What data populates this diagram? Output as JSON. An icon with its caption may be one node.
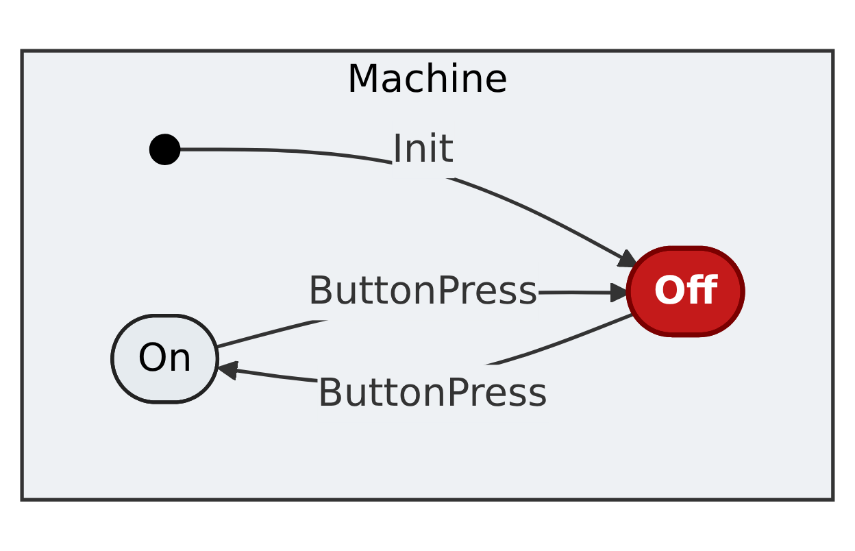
{
  "diagram": {
    "nodes": [
      {
        "text": [
          "Machine"
        ]
      },
      {
        "text": [
          "On"
        ],
        "in": 0
      },
      {
        "text": [
          "Off"
        ],
        "in": 0
      },
      {
        "text": [],
        "shape": "circle",
        "in": 0
      }
    ],
    "edges": [
      {
        "from": 3,
        "to": 2,
        "arrow": "to",
        "label": "Init"
      },
      {
        "from": 2,
        "to": 1,
        "arrow": "to",
        "label": "ButtonPress"
      },
      {
        "from": 1,
        "to": 2,
        "arrow": "to",
        "label": "ButtonPress"
      }
    ]
  }
}
